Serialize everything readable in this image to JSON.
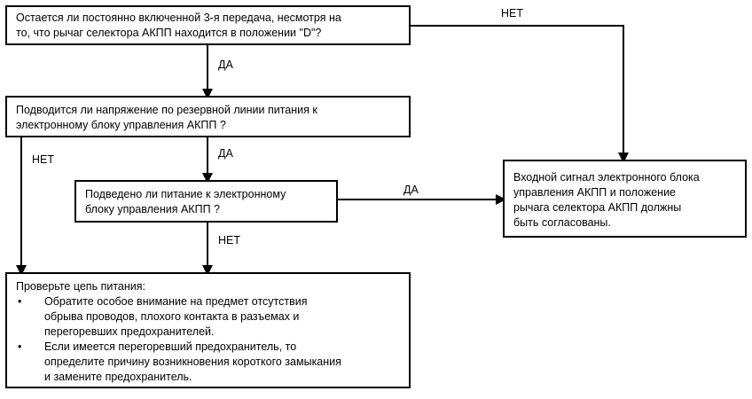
{
  "boxes": {
    "q1": "Остается ли постоянно включенной 3-я передача, несмотря на\nто, что рычаг селектора АКПП  находится в положении \"D\"?",
    "q2": "Подводится ли напряжение по резервной линии питания к\nэлектронному блоку управления АКПП ?",
    "q3": "Подведено ли питание к электронному\nблоку управления АКПП ?",
    "result_right": "Входной сигнал электронного блока\nуправления АКПП и положение\nрычага селектора АКПП должны\nбыть согласованы.",
    "result_bottom": {
      "heading": "Проверьте цепь питания:",
      "bullets": [
        "Обратите особое внимание на предмет отсутствия\nобрыва проводов, плохого контакта в разъемах и\nперегоревших предохранителей.",
        "Если имеется перегоревший предохранитель, то\nопределите причину возникновения короткого замыкания\nи замените предохранитель."
      ]
    }
  },
  "labels": {
    "q1_no": "НЕТ",
    "q1_yes": "ДА",
    "q2_no": "НЕТ",
    "q2_yes": "ДА",
    "q3_yes": "ДА",
    "q3_no": "НЕТ"
  }
}
